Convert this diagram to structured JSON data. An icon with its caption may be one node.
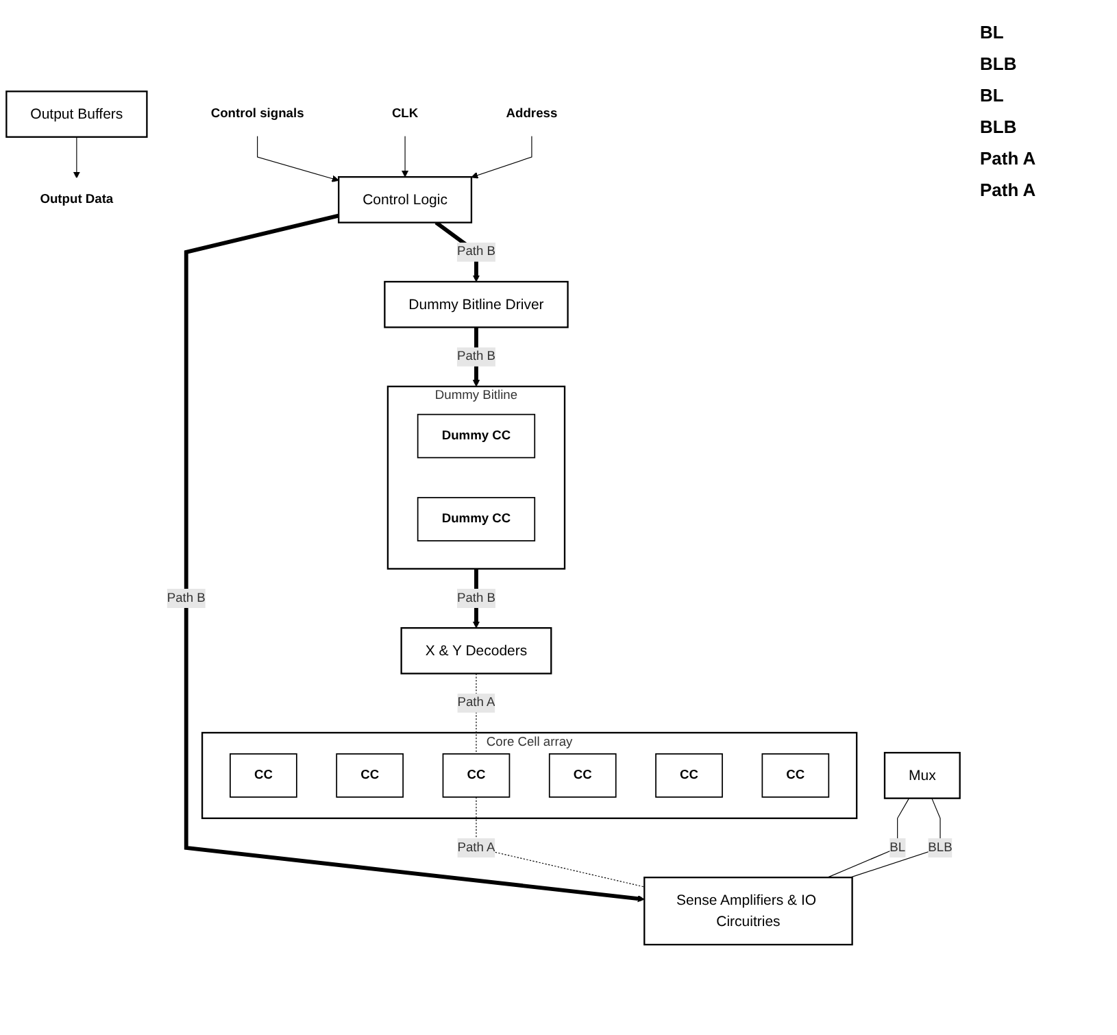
{
  "diagram": {
    "nodes": [
      {
        "text": [
          "Core Cell array"
        ]
      },
      {
        "text": [
          "CC"
        ],
        "in": 0
      },
      {
        "text": [
          "CC"
        ],
        "in": 0
      },
      {
        "text": [
          "CC"
        ],
        "in": 0
      },
      {
        "text": [
          "CC"
        ],
        "in": 0
      },
      {
        "text": [
          "CC"
        ],
        "in": 0
      },
      {
        "text": [
          "CC"
        ],
        "in": 0
      },
      {
        "text": [
          "Mux"
        ]
      },
      {
        "text": [
          "Sense Amplifiers & IO Circuitries"
        ]
      },
      {
        "text": [
          "Output Buffers"
        ]
      },
      {
        "text": [
          "Output Data"
        ]
      },
      {
        "text": [
          "Dummy Bitline Driver"
        ]
      },
      {
        "text": [
          "Dummy Bitline"
        ]
      },
      {
        "text": [
          "Dummy CC"
        ],
        "in": 12
      },
      {
        "text": [
          "Dummy CC"
        ],
        "in": 12
      },
      {
        "text": [
          "X & Y Decoders"
        ]
      },
      {
        "text": [
          "Control Logic"
        ]
      },
      {
        "text": [
          "Control signals"
        ]
      },
      {
        "text": [
          "CLK"
        ]
      },
      {
        "text": [
          "Address"
        ]
      }
    ],
    "edges": [
      {
        "from": 11,
        "to": 12,
        "arrow": "to",
        "label": "Path B",
        "style": "thick"
      },
      {
        "from": 12,
        "to": 15,
        "arrow": "to",
        "label": "Path B",
        "style": "thick"
      },
      {
        "from": 16,
        "to": 11,
        "arrow": "to",
        "label": "Path B",
        "style": "thick"
      },
      {
        "from": 16,
        "to": 8,
        "arrow": "to",
        "label": "Path B",
        "style": "thick"
      },
      {
        "from": 15,
        "to": 3,
        "arrow": "none",
        "label": "Path A",
        "style": "dashed"
      },
      {
        "from": 3,
        "to": 8,
        "arrow": "none",
        "label": "Path A",
        "style": "dashed"
      },
      {
        "from": 7,
        "to": 8,
        "arrow": "none",
        "label": "BL"
      },
      {
        "from": 7,
        "to": 8,
        "arrow": "none",
        "label": "BLB"
      },
      {
        "from": 9,
        "to": 10,
        "arrow": "to"
      },
      {
        "from": 17,
        "to": 16,
        "arrow": "to"
      },
      {
        "from": 18,
        "to": 16,
        "arrow": "to"
      },
      {
        "from": 19,
        "to": 16,
        "arrow": "to"
      }
    ],
    "labels": [
      "BL",
      "BLB",
      "BL",
      "BLB",
      "Path A",
      "Path A"
    ]
  }
}
